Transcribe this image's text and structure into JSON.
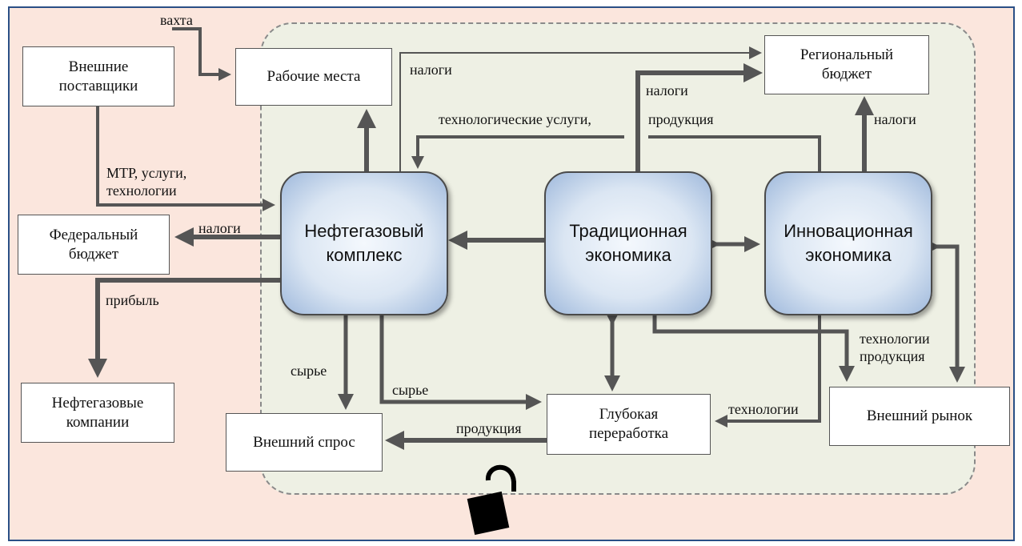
{
  "boxes": {
    "external_suppliers": "Внешние\nпоставщики",
    "workplaces": "Рабочие места",
    "regional_budget": "Региональный\nбюджет",
    "federal_budget": "Федеральный\nбюджет",
    "oil_companies": "Нефтегазовые\nкомпании",
    "external_demand": "Внешний спрос",
    "deep_processing": "Глубокая\nпереработка",
    "external_market": "Внешний рынок"
  },
  "cores": {
    "oil_gas_complex": "Нефтегазовый\nкомплекс",
    "traditional_economy": "Традиционная\nэкономика",
    "innovative_economy": "Инновационная\nэкономика"
  },
  "labels": {
    "shift": "вахта",
    "taxes_top": "налоги",
    "taxes_traditional": "налоги",
    "tech_services": "технологические услуги,",
    "products_top": "продукция",
    "taxes_right": "налоги",
    "mtr": "МТР, услуги,\nтехнологии",
    "taxes_federal": "налоги",
    "profit": "прибыль",
    "raw_left": "сырье",
    "raw_right": "сырье",
    "products_bottom": "продукция",
    "technologies_bottom": "технологии",
    "tech_products_market": "технологии\nпродукция"
  },
  "icons": {
    "unlock": "unlocked-padlock-icon"
  },
  "colors": {
    "frame_border": "#2a4f86",
    "background": "#fbe6dd",
    "region": "#eef0e4",
    "arrow": "#555555"
  }
}
